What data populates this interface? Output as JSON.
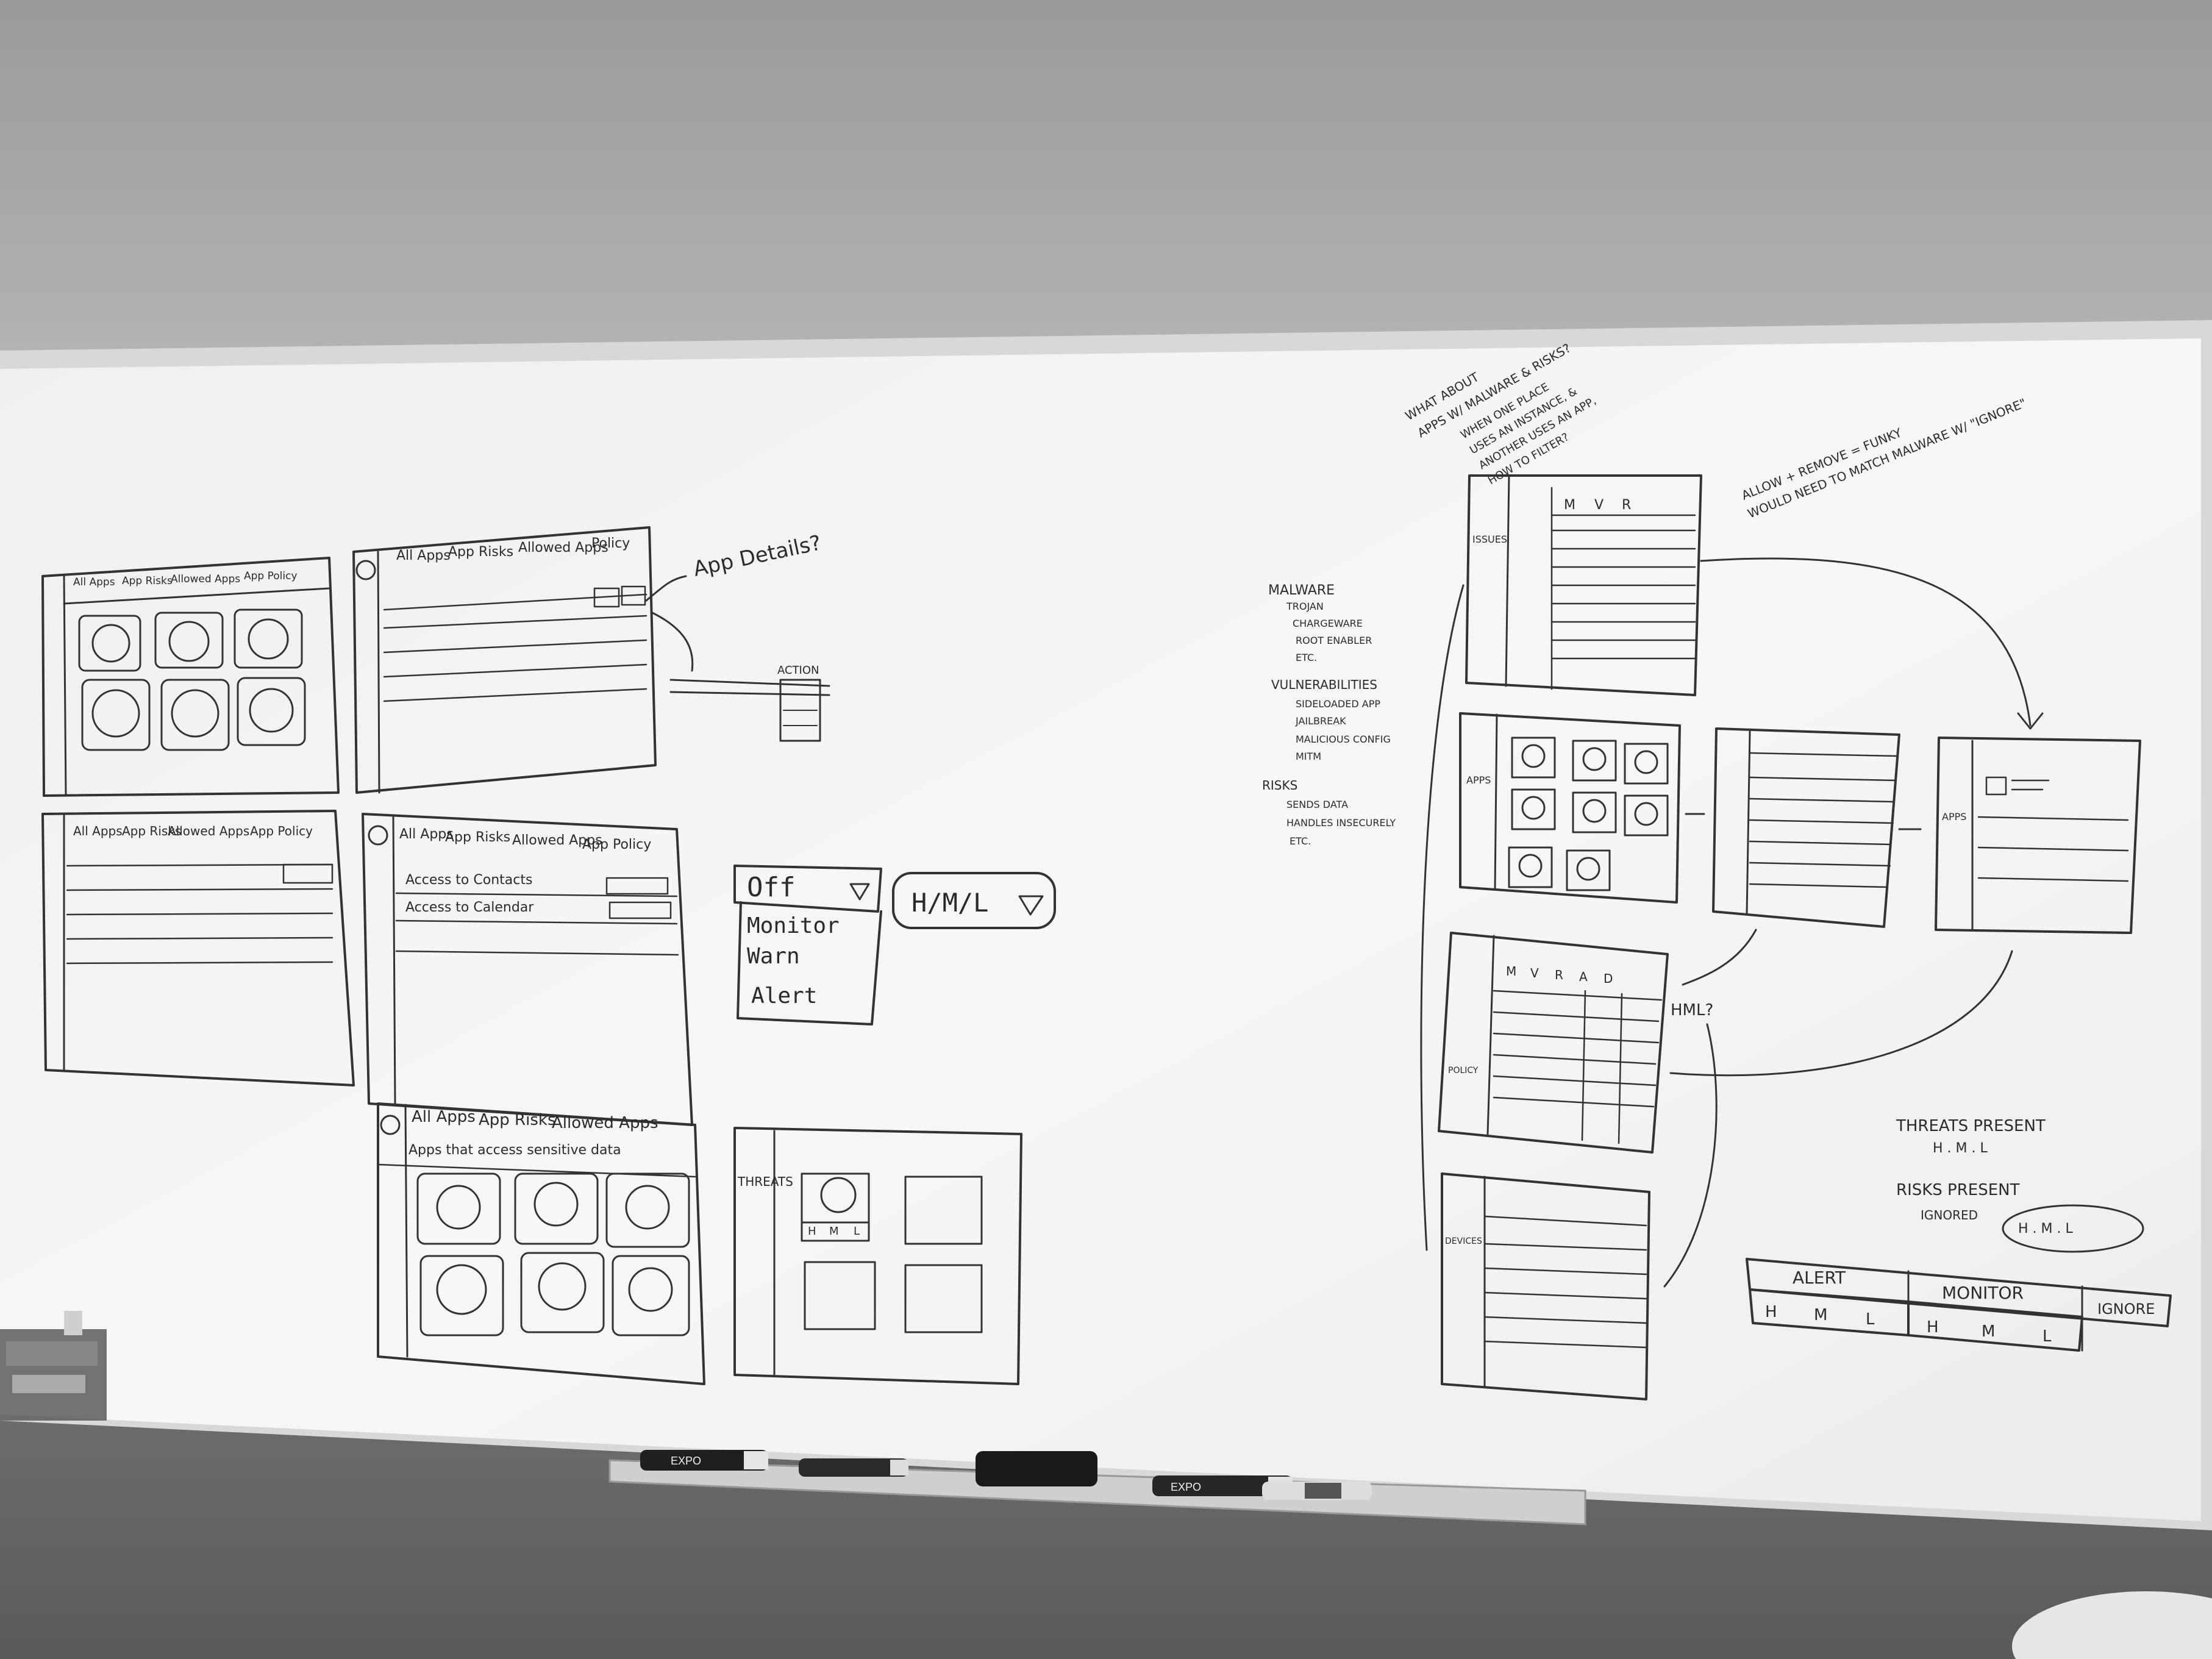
{
  "notes": {
    "app_details": "App Details?",
    "action_header": "ACTION",
    "question_lines": [
      "WHAT ABOUT",
      "APPS W/ MALWARE & RISKS?",
      "WHEN ONE PLACE",
      "USES AN INSTANCE, &",
      "ANOTHER USES AN APP,",
      "HOW TO FILTER?"
    ],
    "allow_note": [
      "ALLOW + REMOVE = FUNKY",
      "WOULD NEED TO MATCH MALWARE W/ \"IGNORE\""
    ],
    "hml_question": "HML?"
  },
  "wireframes": {
    "tabs_a": [
      "All Apps",
      "App Risks",
      "Allowed Apps",
      "App Policy"
    ],
    "tabs_b": [
      "All Apps",
      "App Risks",
      "Allowed Apps",
      "Policy"
    ],
    "tabs_c": [
      "All Apps",
      "App Risks",
      "Allowed Apps",
      "App Policy"
    ],
    "tabs_d": [
      "All Apps",
      "App Risks",
      "Allowed Apps",
      "App Policy"
    ],
    "tabs_e": [
      "All Apps",
      "App Risks",
      "Allowed Apps"
    ],
    "row_access_contacts": "Access to Contacts",
    "row_access_calendar": "Access to Calendar",
    "subtitle_e": "Apps that access sensitive data",
    "threats_label": "THREATS",
    "apps_label": "APPS",
    "issues_label": "ISSUES",
    "policy_label": "POLICY",
    "devices_label": "DEVICES",
    "col_mvr": [
      "M",
      "V",
      "R"
    ],
    "col_mvrad": [
      "M",
      "V",
      "R",
      "A",
      "D"
    ],
    "hml_cells": [
      "H",
      "M",
      "L"
    ]
  },
  "dropdowns": {
    "level_selected": "Off",
    "level_options": [
      "Monitor",
      "Warn",
      "Alert"
    ],
    "severity_selected": "H/M/L"
  },
  "taxonomy": {
    "malware": {
      "title": "MALWARE",
      "items": [
        "TROJAN",
        "CHARGEWARE",
        "ROOT ENABLER",
        "ETC."
      ]
    },
    "vulnerabilities": {
      "title": "VULNERABILITIES",
      "items": [
        "SIDELOADED APP",
        "JAILBREAK",
        "MALICIOUS CONFIG",
        "MITM"
      ]
    },
    "risks": {
      "title": "RISKS",
      "items": [
        "SENDS DATA",
        "HANDLES INSECURELY",
        "ETC."
      ]
    }
  },
  "summary": {
    "threats_present": "THREATS PRESENT",
    "threats_levels": "H . M . L",
    "risks_present": "RISKS PRESENT",
    "ignored": "IGNORED",
    "risk_levels": "H . M . L"
  },
  "policy_bar": {
    "alert": "ALERT",
    "monitor": "MONITOR",
    "ignore": "IGNORE",
    "levels": [
      "H",
      "M",
      "L"
    ]
  },
  "tray": {
    "marker_brand": "EXPO"
  }
}
